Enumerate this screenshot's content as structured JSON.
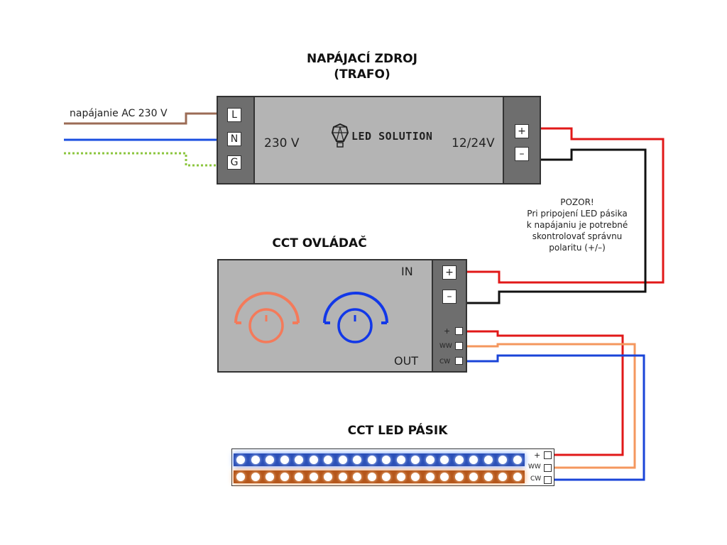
{
  "power_supply": {
    "title_line1": "NAPÁJACÍ ZDROJ",
    "title_line2": "(TRAFO)",
    "input_voltage": "230 V",
    "output_voltage": "12/24V",
    "brand": "LED SOLUTION",
    "input_terminals": [
      "L",
      "N",
      "G"
    ],
    "output_terminals": [
      "+",
      "–"
    ]
  },
  "mains": {
    "label": "napájanie AC 230 V",
    "wire_colors": {
      "L": "#9b6b55",
      "N": "#1a4ee0",
      "G": "#8cc63f"
    }
  },
  "warning": {
    "lines": [
      "POZOR!",
      "Pri pripojení LED pásika",
      "k napájaniu je potrebné",
      "skontrolovať správnu",
      "polaritu (+/–)"
    ]
  },
  "controller": {
    "title": "CCT OVLÁDAČ",
    "in_label": "IN",
    "out_label": "OUT",
    "in_terminals": [
      "+",
      "–"
    ],
    "out_terminals": [
      "+",
      "WW",
      "CW"
    ],
    "knob_colors": {
      "warm": "#f47a5a",
      "cold": "#1238e8"
    }
  },
  "strip": {
    "title": "CCT LED PÁSIK",
    "terminals": [
      "+",
      "WW",
      "CW"
    ],
    "led_count_per_row": 20
  },
  "wire_colors": {
    "positive": "#e11818",
    "negative": "#111111",
    "ww": "#f4975e",
    "cw": "#1a44d8"
  }
}
